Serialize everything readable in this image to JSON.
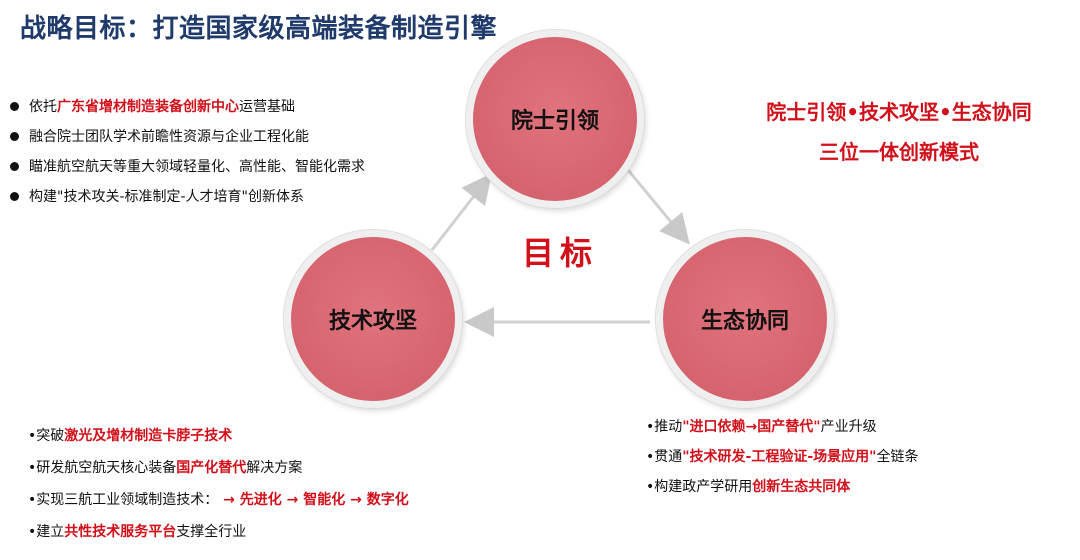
{
  "title": "战略目标：打造国家级高端装备制造引擎",
  "center_label": "目标",
  "circles": {
    "top": "院士引领",
    "left": "技术攻坚",
    "right": "生态协同"
  },
  "model": {
    "line1": "院士引领•技术攻坚•生态协同",
    "line2": "三位一体创新模式"
  },
  "top_bullets": [
    {
      "pre": "依托",
      "red": "广东省增材制造装备创新中心",
      "post": "运营基础"
    },
    {
      "pre": "融合院士团队学术前瞻性资源与企业工程化能",
      "red": "",
      "post": ""
    },
    {
      "pre": "瞄准航空航天等重大领域轻量化、高性能、智能化需求",
      "red": "",
      "post": ""
    },
    {
      "pre": "构建\"技术攻关-标准制定-人才培育\"创新体系",
      "red": "",
      "post": ""
    }
  ],
  "left_bullets": [
    {
      "pre": "•突破",
      "red": "激光及增材制造卡脖子技术",
      "post": ""
    },
    {
      "pre": "•研发航空航天核心装备",
      "red": "国产化替代",
      "post": "解决方案"
    },
    {
      "pre": "•实现三航工业领域制造技术：",
      "red": " → 先进化 → 智能化 → 数字化",
      "post": ""
    },
    {
      "pre": "•建立",
      "red": "共性技术服务平台",
      "post": "支撑全行业"
    }
  ],
  "right_bullets": [
    {
      "pre": "•推动",
      "red": "\"进口依赖→国产替代\"",
      "post": "产业升级"
    },
    {
      "pre": "•贯通",
      "red": "\"技术研发-工程验证-场景应用\"",
      "post": "全链条"
    },
    {
      "pre": "•构建政产学研用",
      "red": "创新生态共同体",
      "post": ""
    }
  ]
}
